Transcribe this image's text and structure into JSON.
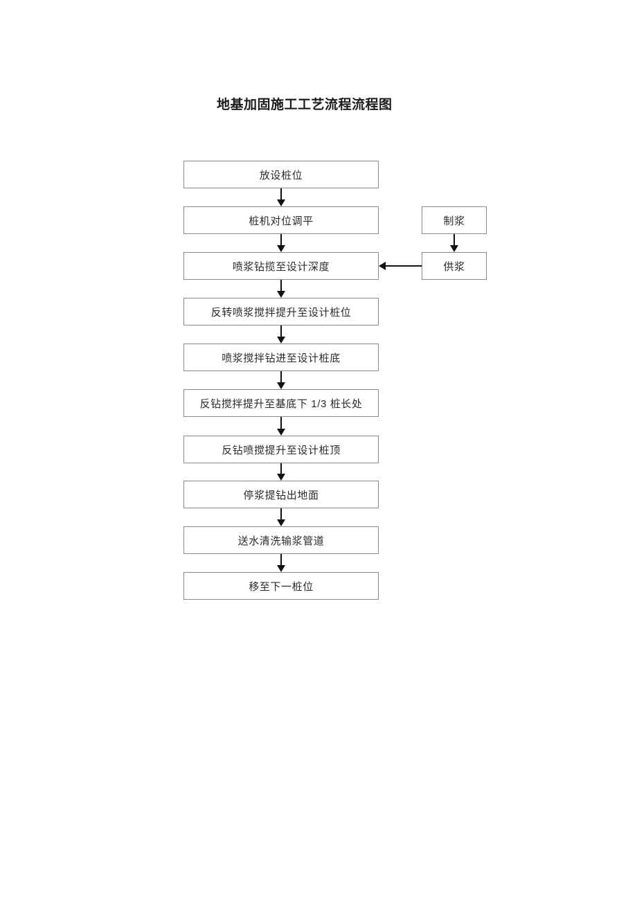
{
  "title": "地基加固施工工艺流程流程图",
  "chart_data": {
    "type": "diagram",
    "title": "地基加固施工工艺流程流程图",
    "diagram_kind": "flowchart",
    "orientation": "top-to-bottom",
    "main_flow": [
      {
        "id": "n1",
        "label": "放设桩位"
      },
      {
        "id": "n2",
        "label": "桩机对位调平"
      },
      {
        "id": "n3",
        "label": "喷浆钻揽至设计深度"
      },
      {
        "id": "n4",
        "label": "反转喷浆搅拌提升至设计桩位"
      },
      {
        "id": "n5",
        "label": "喷浆搅拌钻进至设计桩底"
      },
      {
        "id": "n6",
        "label": "反钻搅拌提升至基底下 1/3 桩长处"
      },
      {
        "id": "n7",
        "label": "反钻喷搅提升至设计桩顶"
      },
      {
        "id": "n8",
        "label": "停浆提钻出地面"
      },
      {
        "id": "n9",
        "label": "送水清洗输浆管道"
      },
      {
        "id": "n10",
        "label": "移至下一桩位"
      }
    ],
    "side_flow": [
      {
        "id": "s1",
        "label": "制浆"
      },
      {
        "id": "s2",
        "label": "供浆"
      }
    ],
    "edges": [
      {
        "from": "n1",
        "to": "n2",
        "direction": "down"
      },
      {
        "from": "n2",
        "to": "n3",
        "direction": "down"
      },
      {
        "from": "n3",
        "to": "n4",
        "direction": "down"
      },
      {
        "from": "n4",
        "to": "n5",
        "direction": "down"
      },
      {
        "from": "n5",
        "to": "n6",
        "direction": "down"
      },
      {
        "from": "n6",
        "to": "n7",
        "direction": "down"
      },
      {
        "from": "n7",
        "to": "n8",
        "direction": "down"
      },
      {
        "from": "n8",
        "to": "n9",
        "direction": "down"
      },
      {
        "from": "n9",
        "to": "n10",
        "direction": "down"
      },
      {
        "from": "s1",
        "to": "s2",
        "direction": "down"
      },
      {
        "from": "s2",
        "to": "n3",
        "direction": "left"
      }
    ],
    "colors": {
      "background": "#ffffff",
      "node_border": "#8a8a8a",
      "node_fill": "#ffffff",
      "connector": "#111111",
      "text": "#2a2a2a"
    }
  }
}
